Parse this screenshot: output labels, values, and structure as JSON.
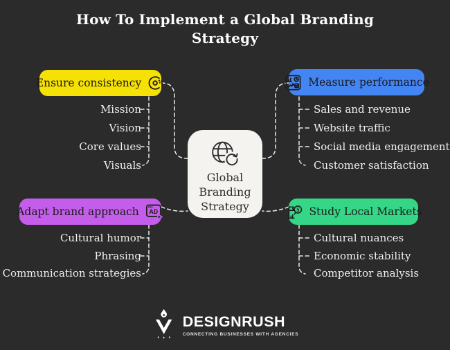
{
  "title": "How To Implement a Global Branding Strategy",
  "center": {
    "label": "Global Branding Strategy",
    "icon": "globe-refresh-icon"
  },
  "branches": [
    {
      "label": "Ensure consistency",
      "icon": "consistency-target-icon",
      "color": "#F6E104",
      "items": [
        "Mission",
        "Vision",
        "Core values",
        "Visuals"
      ]
    },
    {
      "label": "Measure performance",
      "icon": "metrics-dashboard-icon",
      "color": "#4485F4",
      "items": [
        "Sales and revenue",
        "Website traffic",
        "Social media engagement",
        "Customer satisfaction"
      ]
    },
    {
      "label": "Adapt brand approach",
      "icon": "ad-window-icon",
      "color": "#C45EEA",
      "items": [
        "Cultural humor",
        "Phrasing",
        "Communication strategies"
      ]
    },
    {
      "label": "Study Local Markets",
      "icon": "market-research-icon",
      "color": "#36D687",
      "items": [
        "Cultural nuances",
        "Economic stability",
        "Competitor analysis"
      ]
    }
  ],
  "footer": {
    "brand": "DESIGNRUSH",
    "tagline": "CONNECTING BUSINESSES WITH AGENCIES",
    "logo_icon": "designrush-shield-icon"
  },
  "colors": {
    "background": "#2B2B2B",
    "center_card": "#F5F3F0",
    "text_light": "#EFEFEF",
    "text_dark": "#1B1B1B",
    "connector": "#FFFFFF"
  }
}
